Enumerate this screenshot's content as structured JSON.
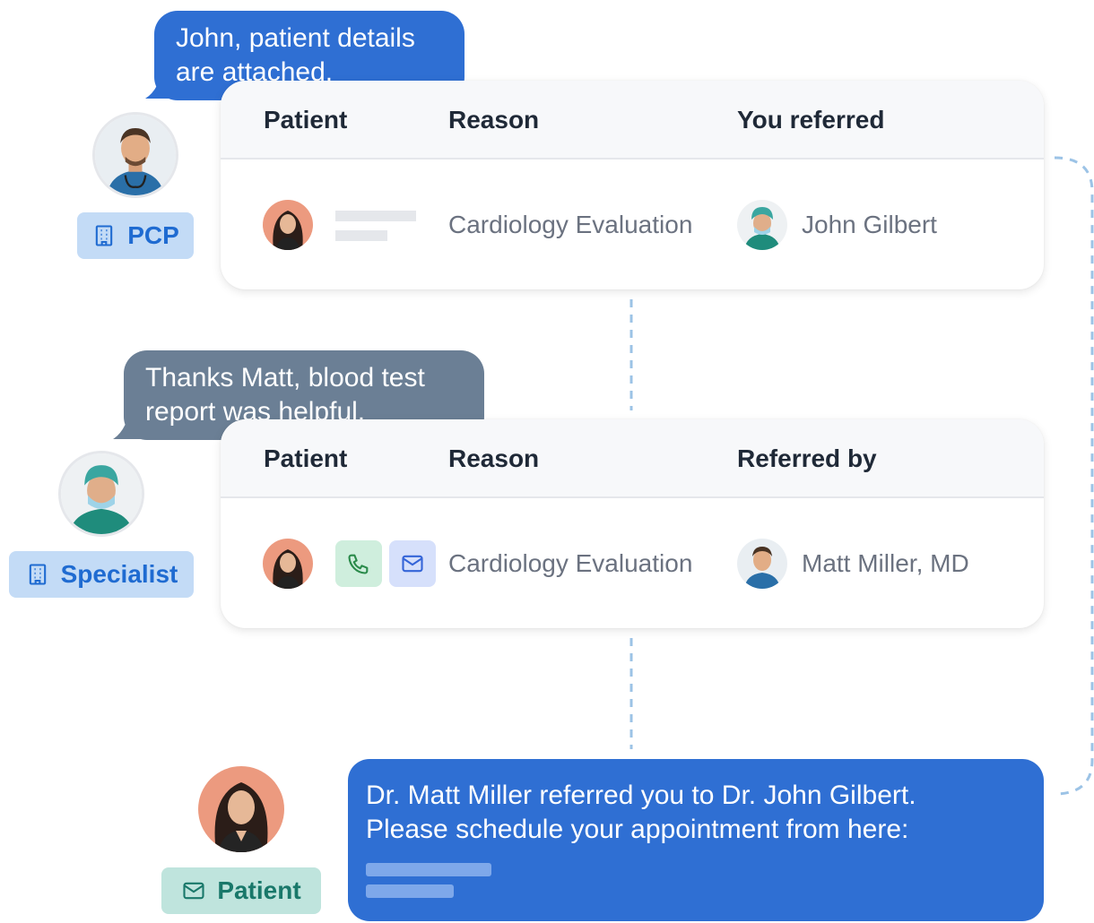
{
  "pcp_bubble": {
    "lines": [
      "John, patient details",
      "are attached."
    ]
  },
  "specialist_bubble": {
    "lines": [
      "Thanks Matt, blood test",
      "report was helpful."
    ]
  },
  "pcp_badge": {
    "label": "PCP",
    "icon": "building-icon"
  },
  "specialist_badge": {
    "label": "Specialist",
    "icon": "building-icon"
  },
  "patient_badge": {
    "label": "Patient",
    "icon": "mail-icon"
  },
  "referral_out": {
    "headers": {
      "patient": "Patient",
      "reason": "Reason",
      "provider": "You referred"
    },
    "row": {
      "reason": "Cardiology Evaluation",
      "provider": "John Gilbert"
    }
  },
  "referral_in": {
    "headers": {
      "patient": "Patient",
      "reason": "Reason",
      "provider": "Referred by"
    },
    "row": {
      "reason": "Cardiology Evaluation",
      "provider": "Matt Miller, MD",
      "actions": [
        "phone-icon",
        "mail-icon"
      ]
    }
  },
  "patient_message": {
    "lines": [
      "Dr. Matt Miller referred you to Dr. John Gilbert.",
      "Please schedule your appointment from here:"
    ]
  },
  "colors": {
    "primary_blue": "#2f6fd3",
    "bubble_gray": "#6b7f95",
    "badge_blue_bg": "#c3dbf6",
    "badge_green_bg": "#bfe4dd",
    "connector": "#9cc3e6"
  }
}
